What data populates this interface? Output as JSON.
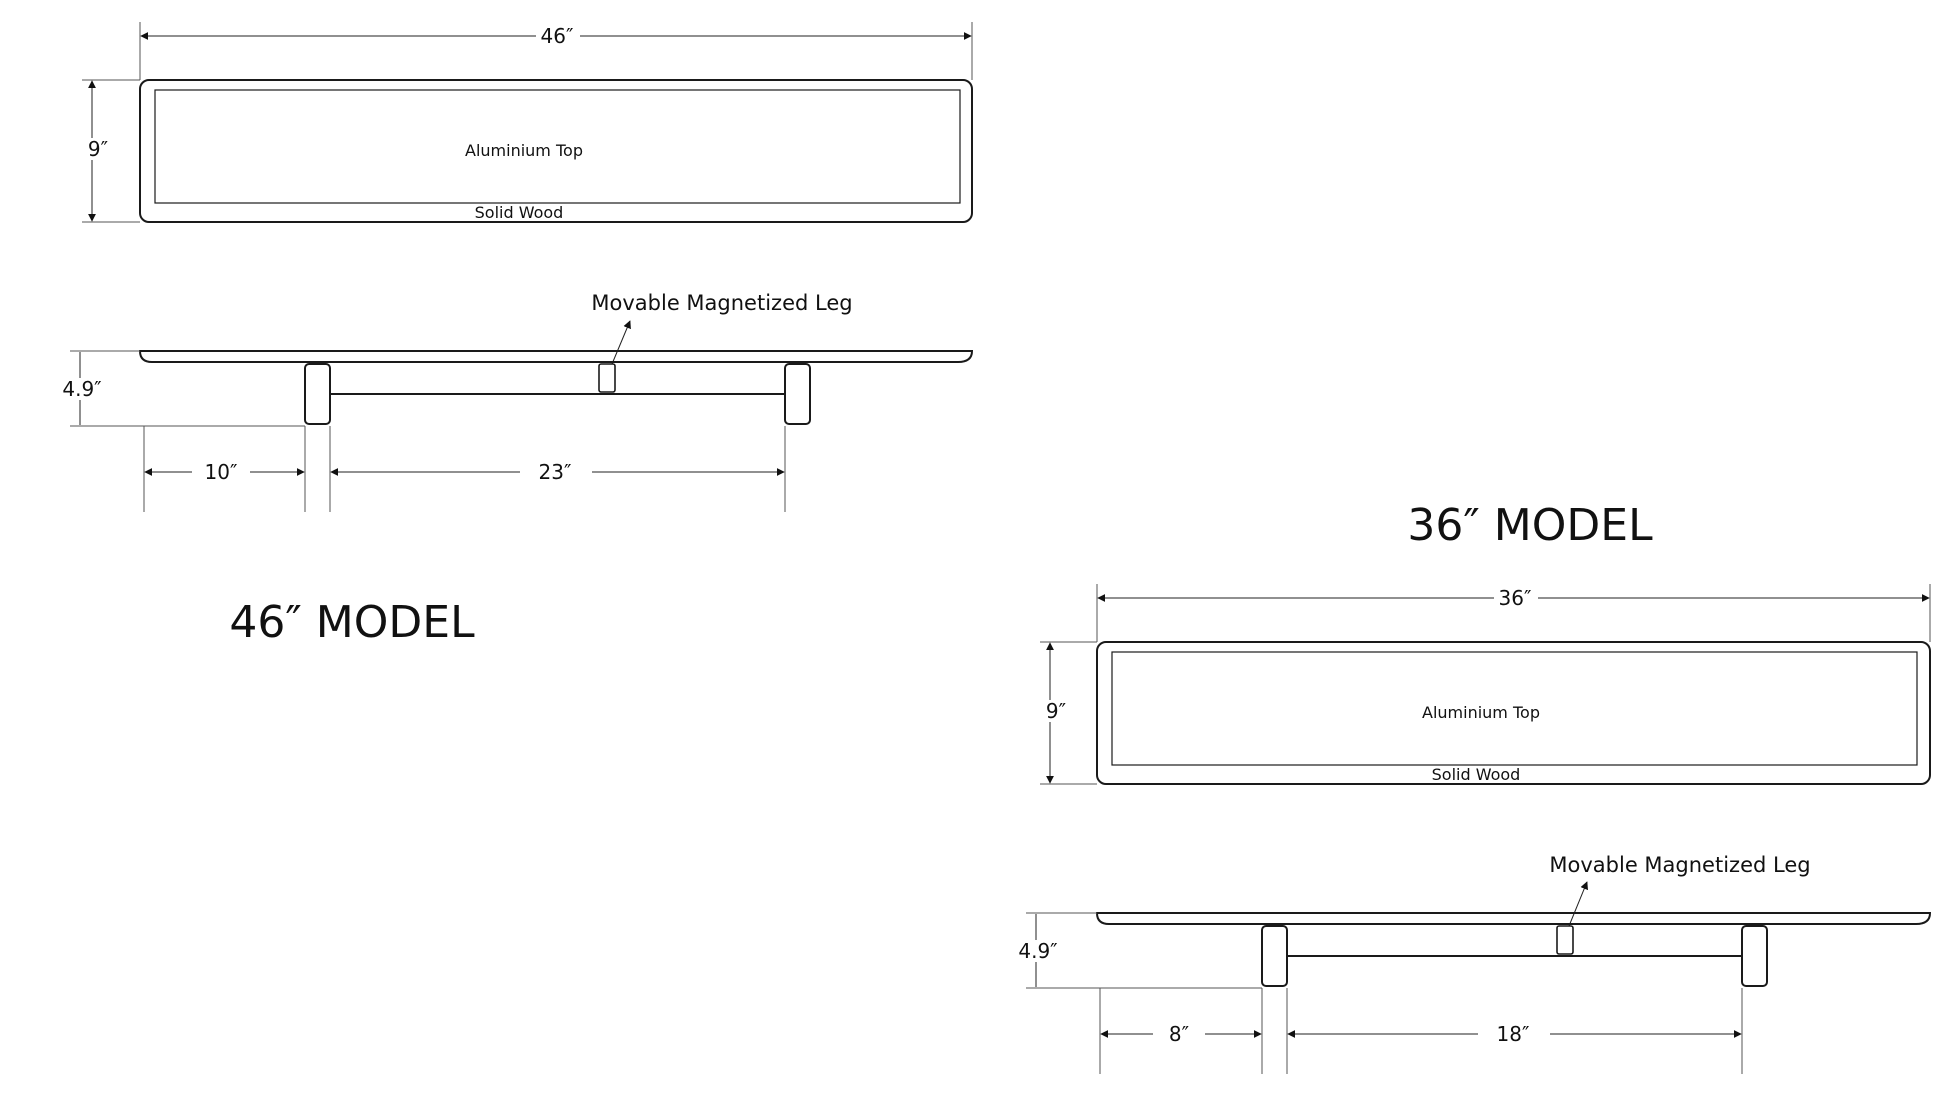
{
  "models": [
    {
      "title": "46″ MODEL",
      "top_view": {
        "width_label": "46″",
        "depth_label": "9″",
        "inner_label": "Aluminium Top",
        "border_label": "Solid Wood"
      },
      "side_view": {
        "callout_label": "Movable Magnetized Leg",
        "height_label": "4.9″",
        "offset_label": "10″",
        "span_label": "23″"
      }
    },
    {
      "title": "36″ MODEL",
      "top_view": {
        "width_label": "36″",
        "depth_label": "9″",
        "inner_label": "Aluminium Top",
        "border_label": "Solid Wood"
      },
      "side_view": {
        "callout_label": "Movable Magnetized Leg",
        "height_label": "4.9″",
        "offset_label": "8″",
        "span_label": "18″"
      }
    }
  ]
}
